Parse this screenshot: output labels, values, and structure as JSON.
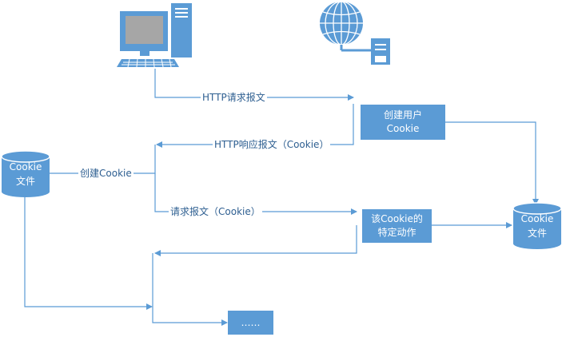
{
  "edges": {
    "http_request": "HTTP请求报文",
    "http_response": "HTTP响应报文（Cookie）",
    "create_cookie": "创建Cookie",
    "request": "请求报文（Cookie）"
  },
  "boxes": {
    "create_user_line1": "创建用户",
    "create_user_line2": "Cookie",
    "specific_action_line1": "该Cookie的",
    "specific_action_line2": "特定动作",
    "ellipsis": "……"
  },
  "databases": {
    "client_line1": "Cookie",
    "client_line2": "文件",
    "server_line1": "Cookie",
    "server_line2": "文件"
  },
  "colors": {
    "primary": "#5b9bd5",
    "line": "#5b9bd5",
    "dark": "#2e75b6"
  },
  "icons": {
    "client": "desktop-computer-icon",
    "server": "globe-server-icon"
  }
}
